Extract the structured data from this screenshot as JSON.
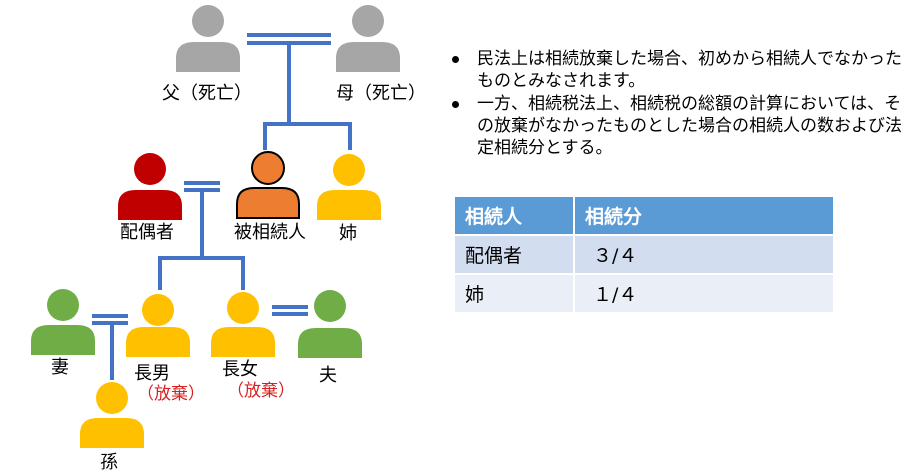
{
  "people": {
    "father": "父（死亡）",
    "mother": "母（死亡）",
    "spouse": "配偶者",
    "deceased": "被相続人",
    "sister": "姉",
    "wife": "妻",
    "eldest_son": "長男",
    "eldest_daughter": "長女",
    "husband": "夫",
    "grandchild": "孫",
    "renounced_son": "（放棄）",
    "renounced_daughter": "（放棄）"
  },
  "notes": [
    "民法上は相続放棄した場合、初めから相続人でなかったものとみなされます。",
    "一方、相続税法上、相続税の総額の計算においては、その放棄がなかったものとした場合の相続人の数および法定相続分とする。"
  ],
  "table": {
    "headers": [
      "相続人",
      "相続分"
    ],
    "rows": [
      [
        "配偶者",
        "３/４"
      ],
      [
        "姉",
        "１/４"
      ]
    ]
  },
  "colors": {
    "gray": "#a6a6a6",
    "red": "#c00000",
    "orange": "#ed7d31",
    "yellow": "#ffc000",
    "green": "#70ad47",
    "line": "#4472c4",
    "header": "#5b9bd5"
  }
}
